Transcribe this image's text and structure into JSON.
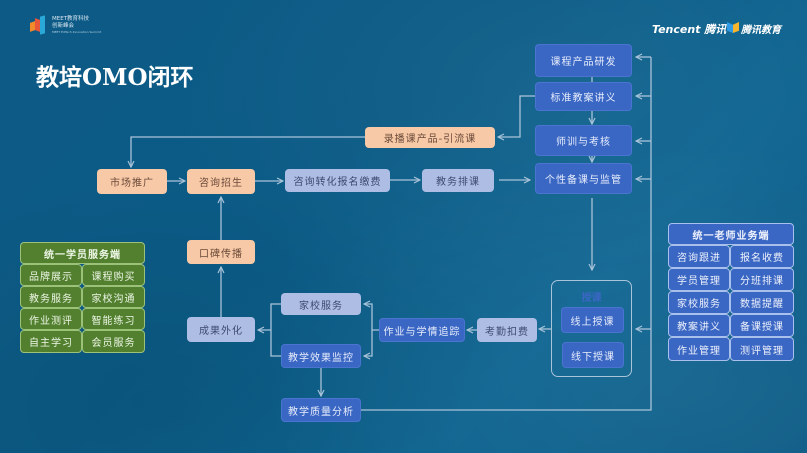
{
  "slide": {
    "title": "教培OMO闭环",
    "event_logo": {
      "name_line1": "MEET教育科技",
      "name_line2": "创新峰会",
      "tagline": "MEET EdTech Innovation Summit"
    },
    "partner_logos": {
      "tencent": "Tencent 腾讯",
      "tencent_edu": "腾讯教育"
    }
  },
  "colors": {
    "background": "#0b5a85",
    "blue_node": "#3a66c4",
    "peach_node": "#f8c9a6",
    "lavender_node": "#aebde4",
    "green_panel": "#52802f",
    "connector": "#a9c3d9"
  },
  "flow": {
    "product_dev": "课程产品研发",
    "standard_lesson": "标准教案讲义",
    "teacher_training": "师训与考核",
    "personal_prep": "个性备课与监管",
    "recorded_course": "录播课产品-引流课",
    "marketing": "市场推广",
    "consult_enroll": "咨询招生",
    "conversion_payment": "咨询转化报名缴费",
    "scheduling": "教务排课",
    "word_of_mouth": "口碑传播",
    "results_showcase": "成果外化",
    "home_school": "家校服务",
    "effect_monitor": "教学效果监控",
    "homework_tracking": "作业与学情追踪",
    "attendance_fee": "考勤扣费",
    "teaching_group": {
      "title": "授课",
      "online": "线上授课",
      "offline": "线下授课"
    },
    "quality_analysis": "教学质量分析"
  },
  "student_panel": {
    "title": "统一学员服务端",
    "items": [
      "品牌展示",
      "课程购买",
      "教务服务",
      "家校沟通",
      "作业测评",
      "智能练习",
      "自主学习",
      "会员服务"
    ]
  },
  "teacher_panel": {
    "title": "统一老师业务端",
    "items": [
      "咨询跟进",
      "报名收费",
      "学员管理",
      "分班排课",
      "家校服务",
      "数据提醒",
      "教案讲义",
      "备课授课",
      "作业管理",
      "测评管理"
    ]
  }
}
